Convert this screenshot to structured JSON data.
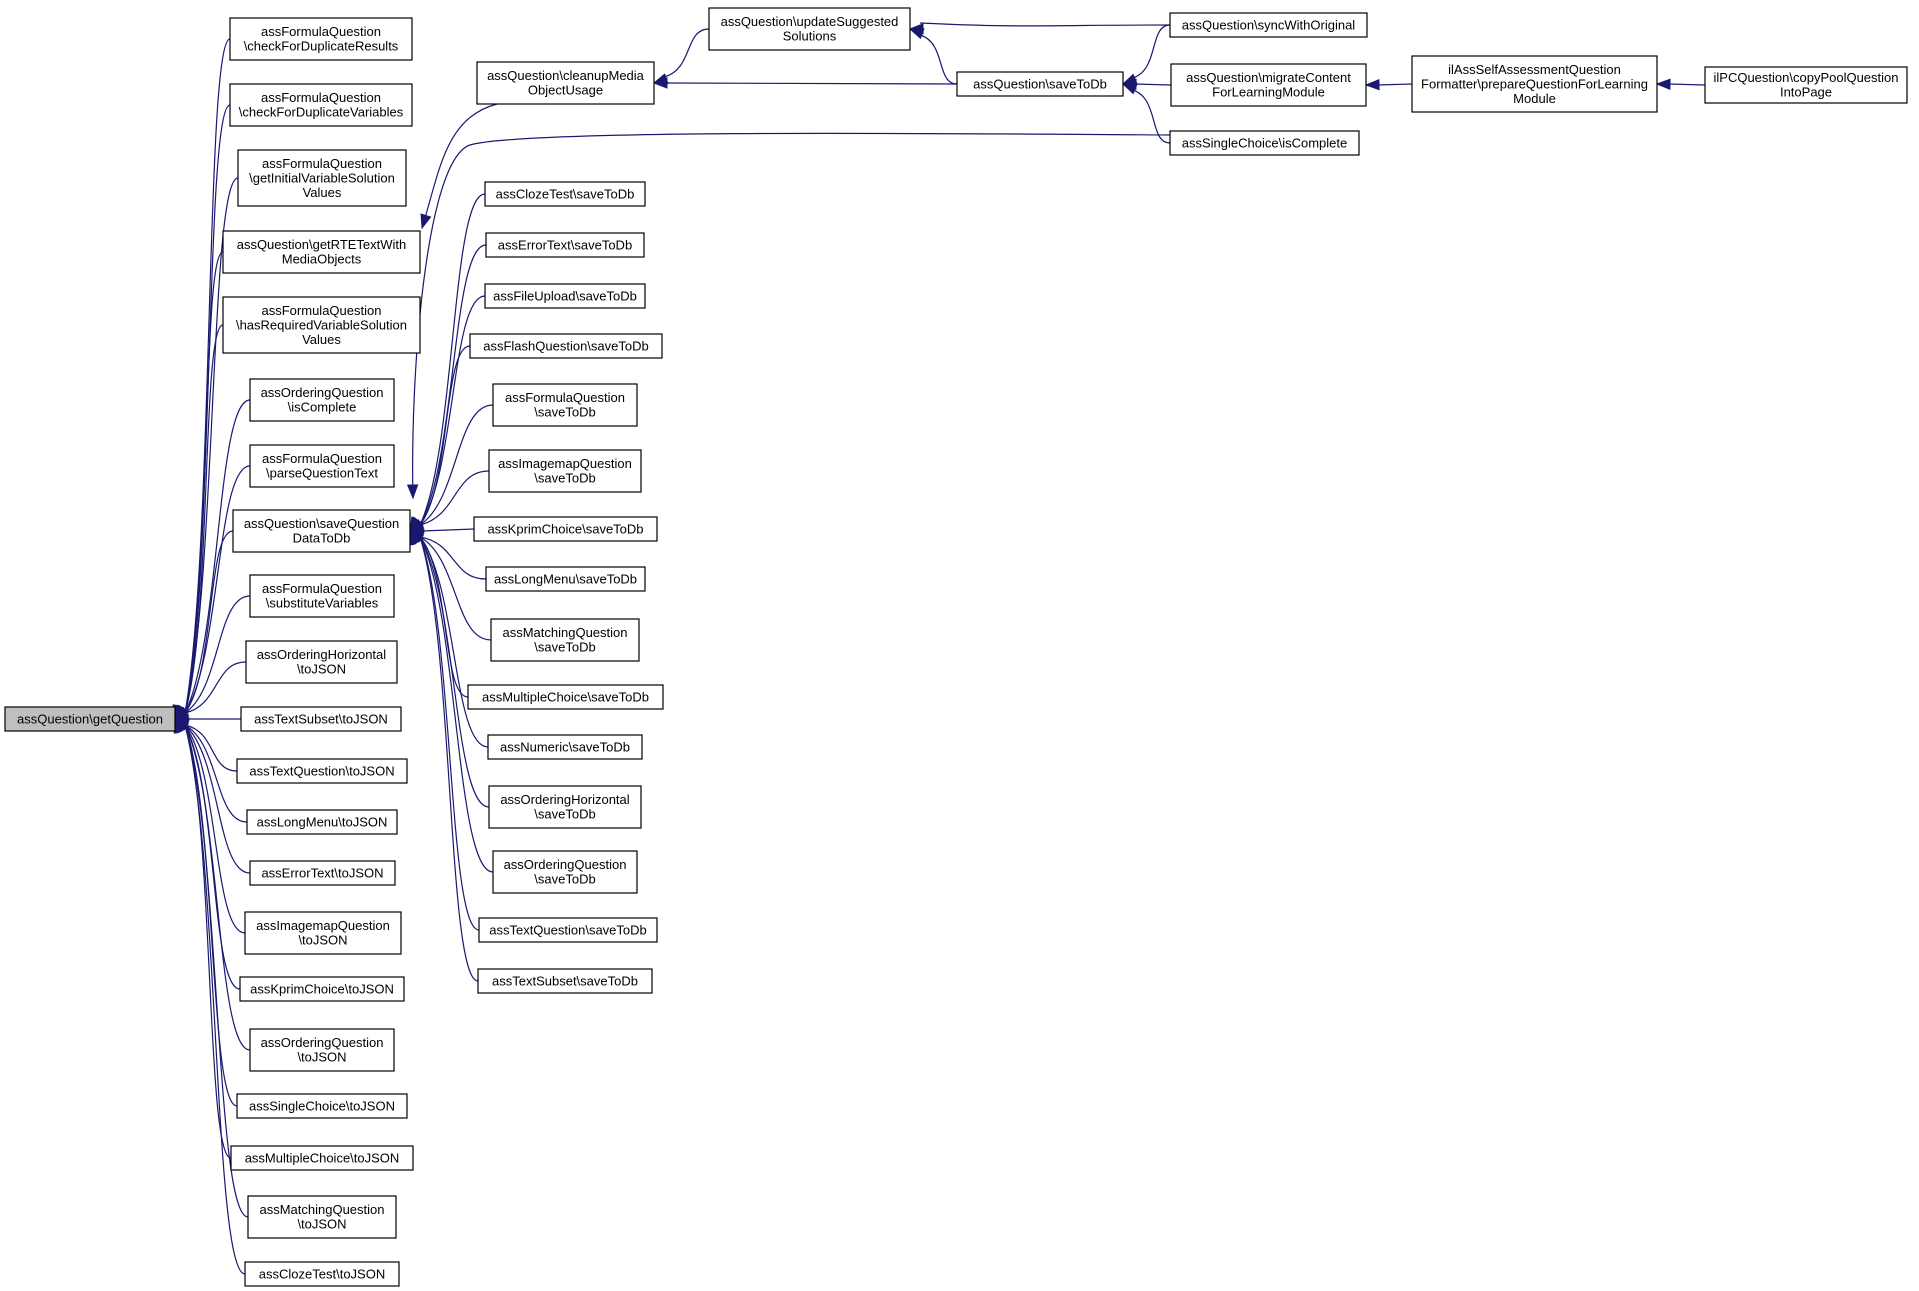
{
  "diagram": {
    "root_id": "getQuestion",
    "node_fill": "#ffffff",
    "root_fill": "#bfbfbf",
    "edge_color": "#191970",
    "nodes": [
      {
        "id": "getQuestion",
        "lines": [
          "assQuestion\\getQuestion"
        ]
      },
      {
        "id": "fq_checkDupResults",
        "lines": [
          "assFormulaQuestion",
          "\\checkForDuplicateResults"
        ]
      },
      {
        "id": "fq_checkDupVars",
        "lines": [
          "assFormulaQuestion",
          "\\checkForDuplicateVariables"
        ]
      },
      {
        "id": "fq_getInitial",
        "lines": [
          "assFormulaQuestion",
          "\\getInitialVariableSolution",
          "Values"
        ]
      },
      {
        "id": "q_getRTE",
        "lines": [
          "assQuestion\\getRTETextWith",
          "MediaObjects"
        ]
      },
      {
        "id": "fq_hasRequired",
        "lines": [
          "assFormulaQuestion",
          "\\hasRequiredVariableSolution",
          "Values"
        ]
      },
      {
        "id": "oq_isComplete",
        "lines": [
          "assOrderingQuestion",
          "\\isComplete"
        ]
      },
      {
        "id": "fq_parse",
        "lines": [
          "assFormulaQuestion",
          "\\parseQuestionText"
        ]
      },
      {
        "id": "q_saveQuestionData",
        "lines": [
          "assQuestion\\saveQuestion",
          "DataToDb"
        ]
      },
      {
        "id": "fq_substitute",
        "lines": [
          "assFormulaQuestion",
          "\\substituteVariables"
        ]
      },
      {
        "id": "oh_toJSON",
        "lines": [
          "assOrderingHorizontal",
          "\\toJSON"
        ]
      },
      {
        "id": "ts_toJSON",
        "lines": [
          "assTextSubset\\toJSON"
        ]
      },
      {
        "id": "tq_toJSON",
        "lines": [
          "assTextQuestion\\toJSON"
        ]
      },
      {
        "id": "lm_toJSON",
        "lines": [
          "assLongMenu\\toJSON"
        ]
      },
      {
        "id": "et_toJSON",
        "lines": [
          "assErrorText\\toJSON"
        ]
      },
      {
        "id": "im_toJSON",
        "lines": [
          "assImagemapQuestion",
          "\\toJSON"
        ]
      },
      {
        "id": "kp_toJSON",
        "lines": [
          "assKprimChoice\\toJSON"
        ]
      },
      {
        "id": "oq_toJSON",
        "lines": [
          "assOrderingQuestion",
          "\\toJSON"
        ]
      },
      {
        "id": "sc_toJSON",
        "lines": [
          "assSingleChoice\\toJSON"
        ]
      },
      {
        "id": "mc_toJSON",
        "lines": [
          "assMultipleChoice\\toJSON"
        ]
      },
      {
        "id": "mq_toJSON",
        "lines": [
          "assMatchingQuestion",
          "\\toJSON"
        ]
      },
      {
        "id": "ct_toJSON",
        "lines": [
          "assClozeTest\\toJSON"
        ]
      },
      {
        "id": "q_cleanupMedia",
        "lines": [
          "assQuestion\\cleanupMedia",
          "ObjectUsage"
        ]
      },
      {
        "id": "ct_save",
        "lines": [
          "assClozeTest\\saveToDb"
        ]
      },
      {
        "id": "et_save",
        "lines": [
          "assErrorText\\saveToDb"
        ]
      },
      {
        "id": "fu_save",
        "lines": [
          "assFileUpload\\saveToDb"
        ]
      },
      {
        "id": "fl_save",
        "lines": [
          "assFlashQuestion\\saveToDb"
        ]
      },
      {
        "id": "fq_save",
        "lines": [
          "assFormulaQuestion",
          "\\saveToDb"
        ]
      },
      {
        "id": "im_save",
        "lines": [
          "assImagemapQuestion",
          "\\saveToDb"
        ]
      },
      {
        "id": "kp_save",
        "lines": [
          "assKprimChoice\\saveToDb"
        ]
      },
      {
        "id": "lm_save",
        "lines": [
          "assLongMenu\\saveToDb"
        ]
      },
      {
        "id": "mq_save",
        "lines": [
          "assMatchingQuestion",
          "\\saveToDb"
        ]
      },
      {
        "id": "mc_save",
        "lines": [
          "assMultipleChoice\\saveToDb"
        ]
      },
      {
        "id": "nu_save",
        "lines": [
          "assNumeric\\saveToDb"
        ]
      },
      {
        "id": "oh_save",
        "lines": [
          "assOrderingHorizontal",
          "\\saveToDb"
        ]
      },
      {
        "id": "oq_save",
        "lines": [
          "assOrderingQuestion",
          "\\saveToDb"
        ]
      },
      {
        "id": "tq_save",
        "lines": [
          "assTextQuestion\\saveToDb"
        ]
      },
      {
        "id": "ts_save",
        "lines": [
          "assTextSubset\\saveToDb"
        ]
      },
      {
        "id": "q_updateSuggested",
        "lines": [
          "assQuestion\\updateSuggested",
          "Solutions"
        ]
      },
      {
        "id": "q_saveToDb",
        "lines": [
          "assQuestion\\saveToDb"
        ]
      },
      {
        "id": "q_sync",
        "lines": [
          "assQuestion\\syncWithOriginal"
        ]
      },
      {
        "id": "q_migrate",
        "lines": [
          "assQuestion\\migrateContent",
          "ForLearningModule"
        ]
      },
      {
        "id": "sc_isComplete",
        "lines": [
          "assSingleChoice\\isComplete"
        ]
      },
      {
        "id": "sa_prepare",
        "lines": [
          "ilAssSelfAssessmentQuestion",
          "Formatter\\prepareQuestionForLearning",
          "Module"
        ]
      },
      {
        "id": "pc_copy",
        "lines": [
          "ilPCQuestion\\copyPoolQuestion",
          "IntoPage"
        ]
      }
    ],
    "edges": [
      {
        "from": "fq_checkDupResults",
        "to": "getQuestion"
      },
      {
        "from": "fq_checkDupVars",
        "to": "getQuestion"
      },
      {
        "from": "fq_getInitial",
        "to": "getQuestion"
      },
      {
        "from": "q_getRTE",
        "to": "getQuestion"
      },
      {
        "from": "fq_hasRequired",
        "to": "getQuestion"
      },
      {
        "from": "oq_isComplete",
        "to": "getQuestion"
      },
      {
        "from": "fq_parse",
        "to": "getQuestion"
      },
      {
        "from": "q_saveQuestionData",
        "to": "getQuestion"
      },
      {
        "from": "fq_substitute",
        "to": "getQuestion"
      },
      {
        "from": "oh_toJSON",
        "to": "getQuestion"
      },
      {
        "from": "ts_toJSON",
        "to": "getQuestion"
      },
      {
        "from": "tq_toJSON",
        "to": "getQuestion"
      },
      {
        "from": "lm_toJSON",
        "to": "getQuestion"
      },
      {
        "from": "et_toJSON",
        "to": "getQuestion"
      },
      {
        "from": "im_toJSON",
        "to": "getQuestion"
      },
      {
        "from": "kp_toJSON",
        "to": "getQuestion"
      },
      {
        "from": "oq_toJSON",
        "to": "getQuestion"
      },
      {
        "from": "sc_toJSON",
        "to": "getQuestion"
      },
      {
        "from": "mc_toJSON",
        "to": "getQuestion"
      },
      {
        "from": "mq_toJSON",
        "to": "getQuestion"
      },
      {
        "from": "ct_toJSON",
        "to": "getQuestion"
      },
      {
        "from": "q_cleanupMedia",
        "to": "q_getRTE"
      },
      {
        "from": "q_updateSuggested",
        "to": "q_cleanupMedia"
      },
      {
        "from": "q_saveToDb",
        "to": "q_cleanupMedia"
      },
      {
        "from": "q_sync",
        "to": "q_updateSuggested"
      },
      {
        "from": "q_saveToDb",
        "to": "q_updateSuggested"
      },
      {
        "from": "q_sync",
        "to": "q_saveToDb"
      },
      {
        "from": "q_migrate",
        "to": "q_saveToDb"
      },
      {
        "from": "sc_isComplete",
        "to": "q_saveToDb"
      },
      {
        "from": "sa_prepare",
        "to": "q_migrate"
      },
      {
        "from": "pc_copy",
        "to": "sa_prepare"
      },
      {
        "from": "sc_isComplete",
        "to": "q_saveQuestionData"
      },
      {
        "from": "ct_save",
        "to": "q_saveQuestionData"
      },
      {
        "from": "et_save",
        "to": "q_saveQuestionData"
      },
      {
        "from": "fu_save",
        "to": "q_saveQuestionData"
      },
      {
        "from": "fl_save",
        "to": "q_saveQuestionData"
      },
      {
        "from": "fq_save",
        "to": "q_saveQuestionData"
      },
      {
        "from": "im_save",
        "to": "q_saveQuestionData"
      },
      {
        "from": "kp_save",
        "to": "q_saveQuestionData"
      },
      {
        "from": "lm_save",
        "to": "q_saveQuestionData"
      },
      {
        "from": "mq_save",
        "to": "q_saveQuestionData"
      },
      {
        "from": "mc_save",
        "to": "q_saveQuestionData"
      },
      {
        "from": "nu_save",
        "to": "q_saveQuestionData"
      },
      {
        "from": "oh_save",
        "to": "q_saveQuestionData"
      },
      {
        "from": "oq_save",
        "to": "q_saveQuestionData"
      },
      {
        "from": "tq_save",
        "to": "q_saveQuestionData"
      },
      {
        "from": "ts_save",
        "to": "q_saveQuestionData"
      }
    ]
  }
}
